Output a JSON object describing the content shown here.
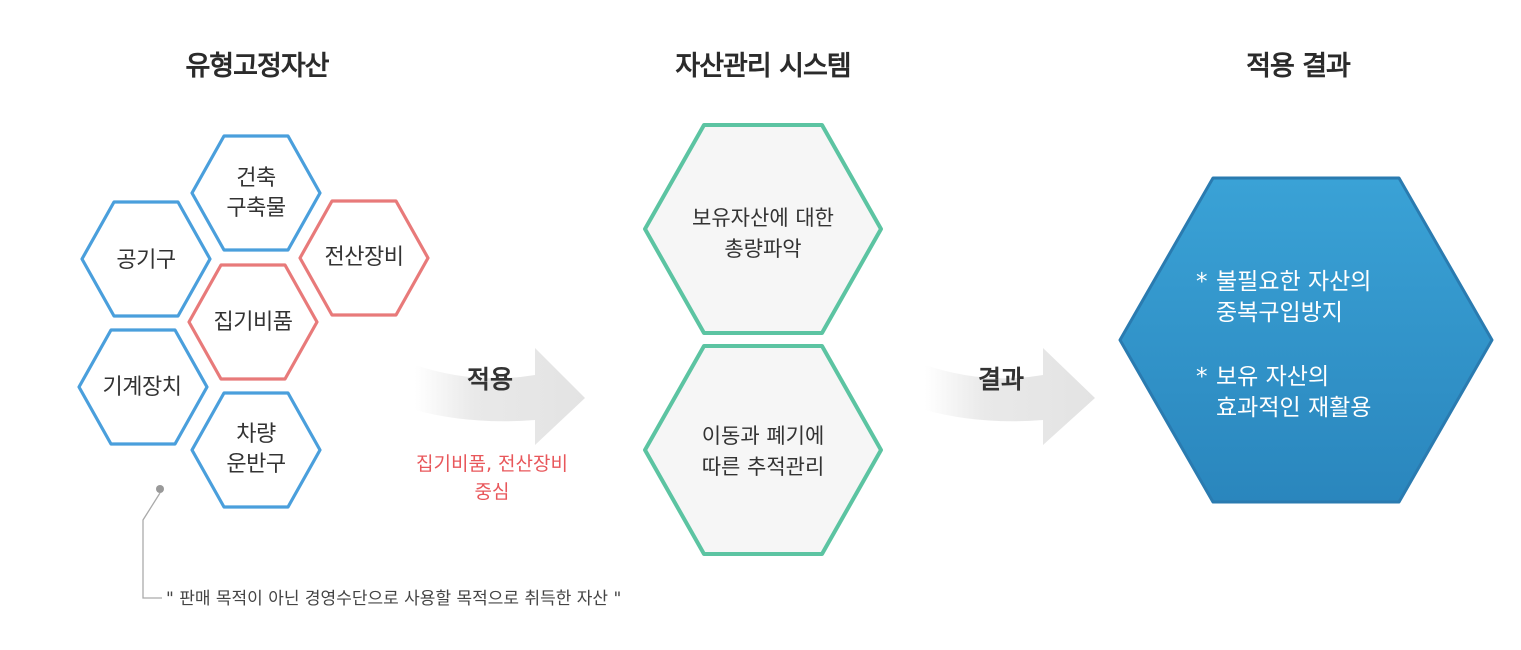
{
  "sections": {
    "tangible_assets": "유형고정자산",
    "asset_system": "자산관리 시스템",
    "apply_result": "적용 결과"
  },
  "asset_types": {
    "building": [
      "건축",
      "구축물"
    ],
    "tools": [
      "공기구"
    ],
    "it_equipment": [
      "전산장비"
    ],
    "fixtures": [
      "집기비품"
    ],
    "machinery": [
      "기계장치"
    ],
    "vehicles": [
      "차량",
      "운반구"
    ]
  },
  "arrows": {
    "apply": "적용",
    "result": "결과"
  },
  "apply_note": [
    "집기비품, 전산장비",
    "중심"
  ],
  "system_functions": {
    "inventory": [
      "보유자산에 대한",
      "총량파악"
    ],
    "tracking": [
      "이동과 폐기에",
      "따른 추적관리"
    ]
  },
  "results": [
    {
      "bullet": "*",
      "line1": "불필요한 자산의",
      "line2": "중복구입방지"
    },
    {
      "bullet": "*",
      "line1": "보유 자산의",
      "line2": "효과적인 재활용"
    }
  ],
  "footnote": "\" 판매 목적이 아닌 경영수단으로 사용할 목적으로 취득한 자산 \"",
  "colors": {
    "blue_hex": "#4a9fdc",
    "red_hex": "#e87a7a",
    "green_hex": "#5cc4a2",
    "system_fill": "#f6f6f6",
    "result_fill": "#2f93c7",
    "result_stroke": "#2a7bb0",
    "arrow_fill": "#ececec",
    "note_red": "#e8575b"
  }
}
